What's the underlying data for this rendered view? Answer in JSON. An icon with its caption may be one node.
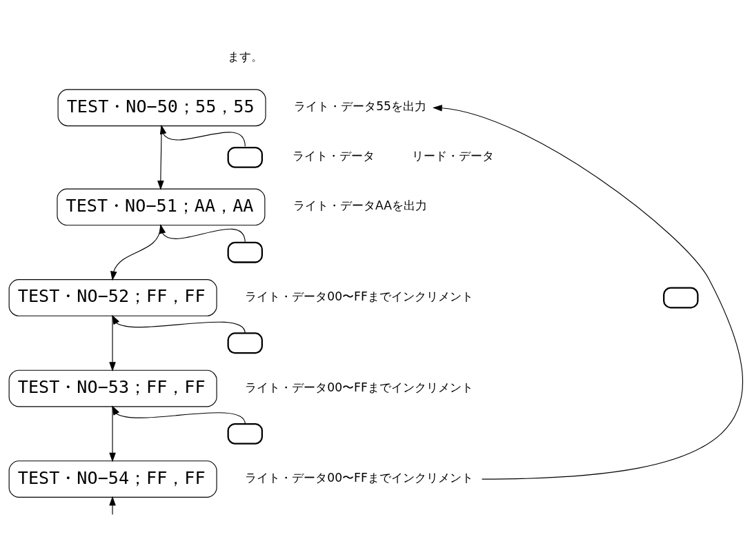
{
  "diagram": {
    "nodes": [
      {
        "text": [
          "TEST・NO−50；55，55"
        ],
        "beside": [
          "ライト・データ55を出力"
        ]
      },
      {
        "text": [],
        "shape": "box"
      },
      {
        "text": [
          "TEST・NO−51；AA，AA"
        ],
        "beside": [
          "ライト・データAAを出力"
        ]
      },
      {
        "text": [],
        "shape": "box"
      },
      {
        "text": [
          "TEST・NO−52；FF，FF"
        ],
        "beside": [
          "ライト・データ00〜FFまでインクリメント"
        ]
      },
      {
        "text": [],
        "shape": "box"
      },
      {
        "text": [
          "TEST・NO−53；FF，FF"
        ],
        "beside": [
          "ライト・データ00〜FFまでインクリメント"
        ]
      },
      {
        "text": [],
        "shape": "box"
      },
      {
        "text": [
          "TEST・NO−54；FF，FF"
        ],
        "beside": [
          "ライト・データ00〜FFまでインクリメント"
        ]
      },
      {
        "text": [],
        "shape": "box"
      }
    ],
    "edges": [
      {
        "from": 0,
        "to": 2,
        "arrow": "to"
      },
      {
        "from": 1,
        "to": 0,
        "arrow": "to"
      },
      {
        "from": 2,
        "to": 4,
        "arrow": "to"
      },
      {
        "from": 3,
        "to": 2,
        "arrow": "to"
      },
      {
        "from": 4,
        "to": 6,
        "arrow": "to"
      },
      {
        "from": 5,
        "to": 4,
        "arrow": "to"
      },
      {
        "from": 6,
        "to": 8,
        "arrow": "to"
      },
      {
        "from": 7,
        "to": 6,
        "arrow": "to"
      },
      {
        "from": null,
        "to": 8,
        "arrow": "to"
      },
      {
        "from": 8,
        "to": 0,
        "arrow": "to"
      }
    ],
    "labels": [
      "ます。",
      "ライト・データ",
      "リード・データ"
    ]
  }
}
